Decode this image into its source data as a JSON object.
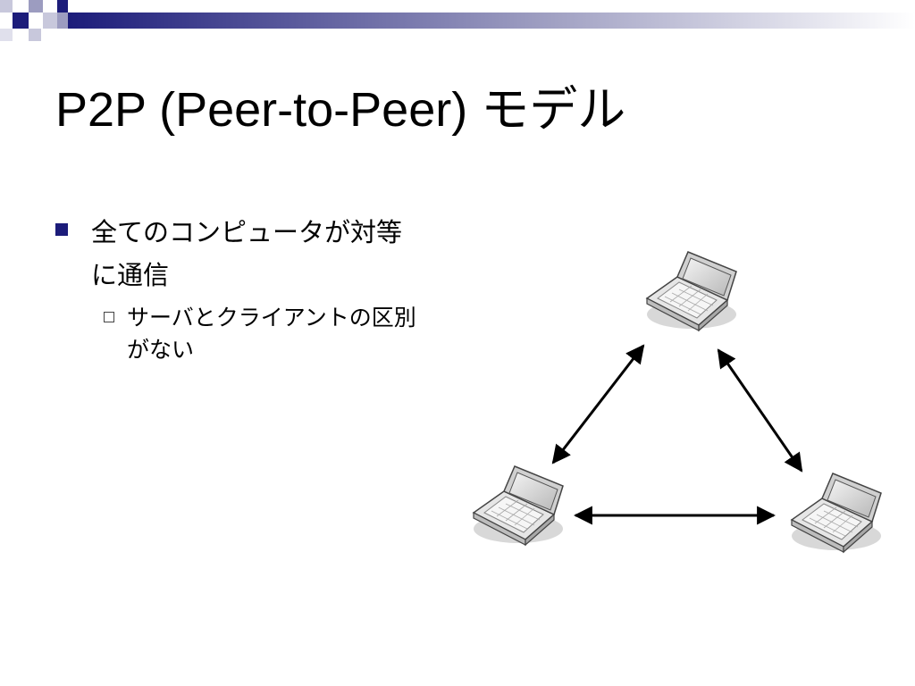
{
  "slide": {
    "title": "P2P (Peer-to-Peer) モデル",
    "bullets": [
      {
        "text": "全てのコンピュータが対等に通信",
        "sub": [
          {
            "text": "サーバとクライアントの区別がない"
          }
        ]
      }
    ]
  },
  "diagram": {
    "nodes": [
      {
        "icon": "laptop-icon",
        "position": "top"
      },
      {
        "icon": "laptop-icon",
        "position": "bottom-left"
      },
      {
        "icon": "laptop-icon",
        "position": "bottom-right"
      }
    ],
    "edges": [
      {
        "from": "top",
        "to": "bottom-left",
        "bidirectional": true
      },
      {
        "from": "top",
        "to": "bottom-right",
        "bidirectional": true
      },
      {
        "from": "bottom-left",
        "to": "bottom-right",
        "bidirectional": true
      }
    ]
  },
  "colors": {
    "header_dark": "#1c1c7a",
    "header_light": "#c8c8dc",
    "bullet_marker": "#1c1c7a"
  }
}
